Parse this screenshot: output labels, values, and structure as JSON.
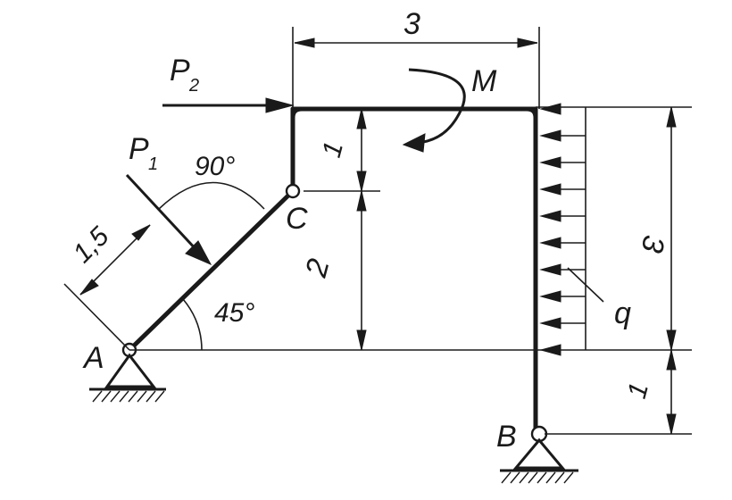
{
  "labels": {
    "p2": "P",
    "p2_sub": "2",
    "p1": "P",
    "p1_sub": "1",
    "moment": "M",
    "point_a": "A",
    "point_b": "B",
    "point_c": "C",
    "load_q": "q",
    "angle_right": "90°",
    "angle_base": "45°",
    "dim_top_width": "3",
    "dim_left_upper": "1",
    "dim_left_lower": "2",
    "dim_right_upper": "3",
    "dim_right_lower": "1",
    "dim_incline": "1,5"
  }
}
